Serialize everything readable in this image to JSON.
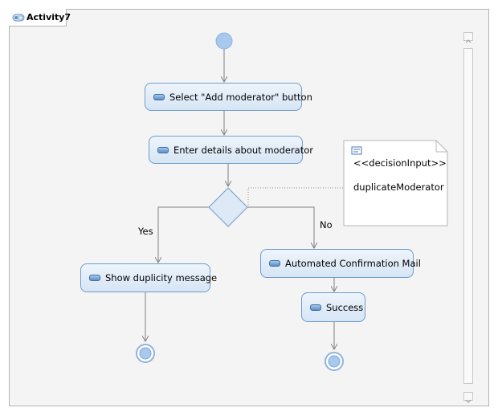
{
  "tab": {
    "title": "Activity7"
  },
  "nodes": {
    "select_add_moderator": "Select \"Add moderator\" button",
    "enter_details": "Enter details about moderator",
    "show_duplicity": "Show duplicity message",
    "confirmation_mail": "Automated Confirmation Mail",
    "success": "Success"
  },
  "edges": {
    "yes_label": "Yes",
    "no_label": "No"
  },
  "note": {
    "stereotype": "<<decisionInput>>",
    "text": "duplicateModerator"
  },
  "colors": {
    "node_border": "#6f9ccc",
    "node_fill": "#d6e5f5",
    "initial_node": "#a9c8ee",
    "edge": "#808080"
  }
}
